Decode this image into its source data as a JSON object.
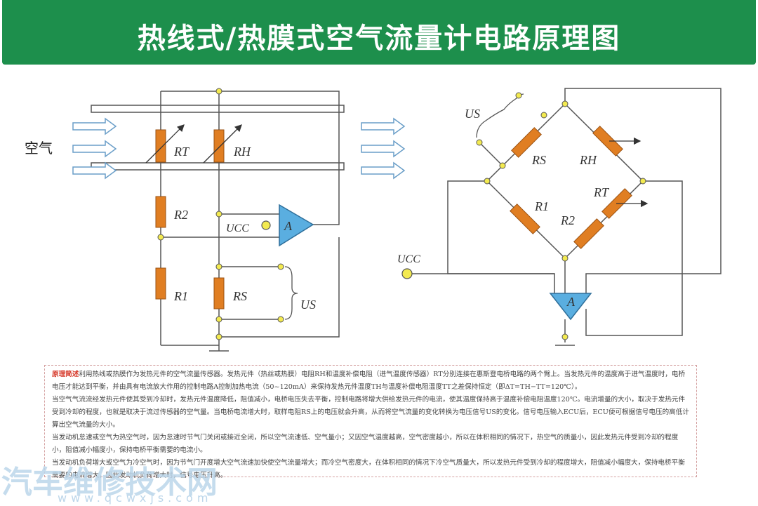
{
  "header": {
    "title": "热线式/热膜式空气流量计电路原理图"
  },
  "left_circuit": {
    "air_label": "空气",
    "rt": "RT",
    "rh": "RH",
    "r2": "R2",
    "r1": "R1",
    "rs": "RS",
    "ucc": "UCC",
    "amp": "A",
    "us": "US"
  },
  "right_circuit": {
    "us": "US",
    "rs": "RS",
    "rh": "RH",
    "rt": "RT",
    "r1": "R1",
    "r2": "R2",
    "ucc": "UCC",
    "amp": "A"
  },
  "description": {
    "lead": "原理简述",
    "p1": "利用热线或热膜作为发热元件的空气流量传感器。发热元件（热丝或热膜）电阻RH和温度补偿电阻（进气温度传感器）RT分别连接在惠斯登电桥电路的两个臂上。当发热元件的温度高于进气温度时，电桥电压才能达到平衡，并由具有电流放大作用的控制电路A控制加热电流（50~120mA）来保持发热元件温度TH与温度补偿电阻温度TT之差保持恒定（即ΔT=TH−TT=120℃）。",
    "p2": "当空气气流流经发热元件使其受到冷却时，发热元件温度降低，阻值减小，电桥电压失去平衡，控制电路将增大供给发热元件的电流，使其温度保持高于温度补偿电阻温度120℃。电流增量的大小，取决于发热元件受到冷却的程度，也就是取决于流过传感器的空气量。当电桥电流增大时，取样电阻RS上的电压就会升高，从而将空气流量的变化转换为电压信号US的变化。信号电压输入ECU后，ECU便可根据信号电压的高低计算出空气流量的大小。",
    "p3": "当发动机怠速或空气为热空气时，因为怠速时节气门关闭或接近全闭，所以空气流速低、空气量小；又因空气温度越高，空气密度越小，所以在体积相同的情况下，热空气的质量小，因此发热元件受到冷却的程度小，阻值减小幅度小，保持电桥平衡需要的电流小。",
    "p4": "当发动机负荷增大或空气为冷空气时，因为节气门开度增大空气流速加快使空气流量增大；而冷空气密度大，在体积相同的情况下冷空气质量大，所以发热元件受到冷却的程度增大，阻值减小幅度大，保持电桥平衡需要的电流增大，因此发动机负荷增大时，信号电压升高。"
  },
  "watermark": {
    "text": "汽车维修技术网",
    "url": "www.qcwxjs.com"
  },
  "colors": {
    "header": "#1d8f4c",
    "resistor": "#e07e22",
    "amp": "#5aaee0",
    "node": "#f3ea50",
    "arrow": "#6a9ec8",
    "lead": "#d6392a"
  }
}
